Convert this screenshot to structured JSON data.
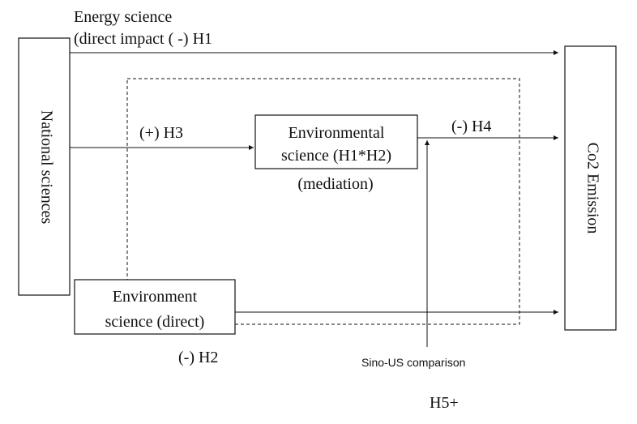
{
  "nodes": {
    "national_sciences": "National sciences",
    "co2_emission": "Co2 Emission",
    "environmental_science": [
      "Environmental",
      "science (H1*H2)"
    ],
    "mediation": "(mediation)",
    "environment_science_direct": [
      "Environment",
      "science (direct)"
    ]
  },
  "labels": {
    "energy_science": "Energy science",
    "direct_impact_h1": "(direct impact ( -) H1",
    "h3": "(+) H3",
    "h4": "(-) H4",
    "h2": "(-) H2",
    "sino_us": "Sino-US comparison",
    "h5": "H5+"
  },
  "colors": {
    "stroke": "#111111",
    "background": "#ffffff"
  }
}
